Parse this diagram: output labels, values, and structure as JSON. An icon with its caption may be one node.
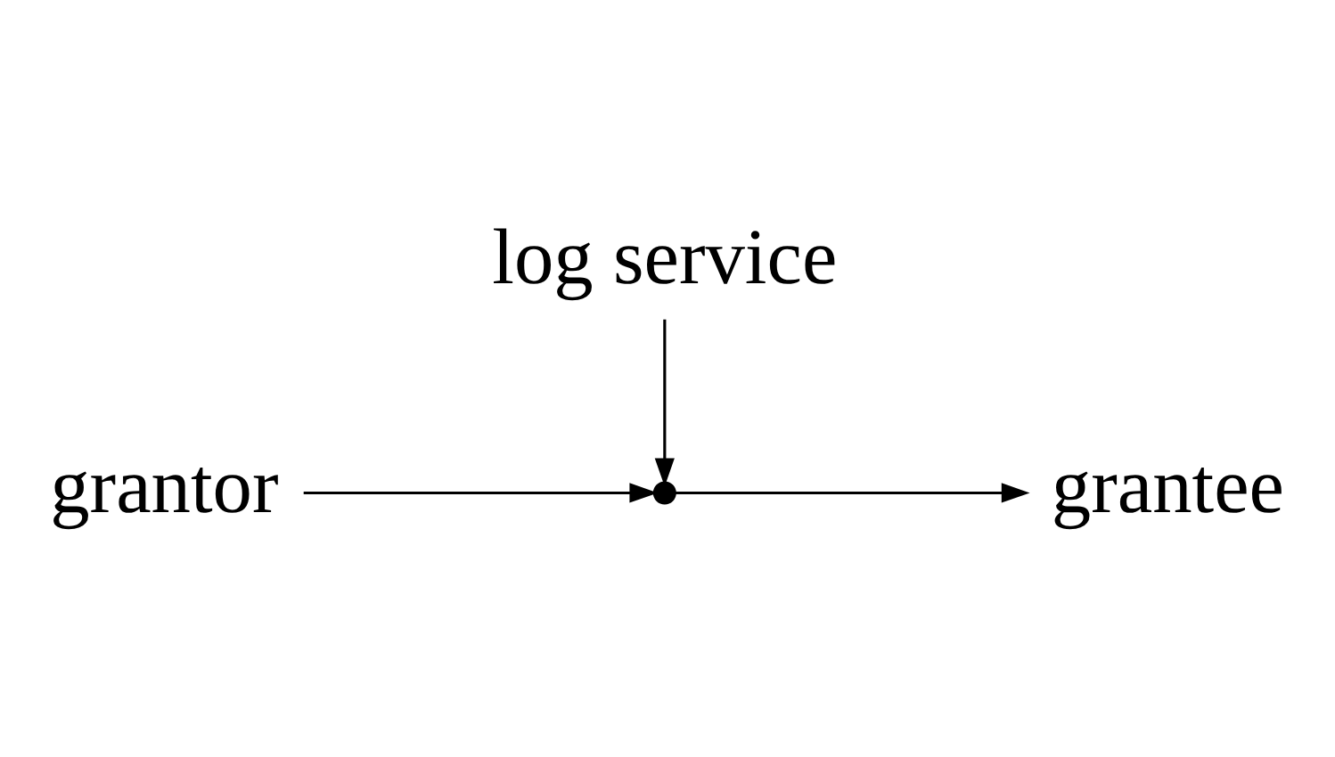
{
  "diagram": {
    "nodes": [
      {
        "text": [
          "log service"
        ]
      },
      {
        "text": [
          "grantor"
        ]
      },
      {
        "text": [],
        "shape": "circle"
      },
      {
        "text": [
          "grantee"
        ]
      }
    ],
    "edges": [
      {
        "from": 0,
        "to": 2,
        "arrow": "to"
      },
      {
        "from": 1,
        "to": 2,
        "arrow": "to"
      },
      {
        "from": 2,
        "to": 3,
        "arrow": "to"
      }
    ]
  }
}
